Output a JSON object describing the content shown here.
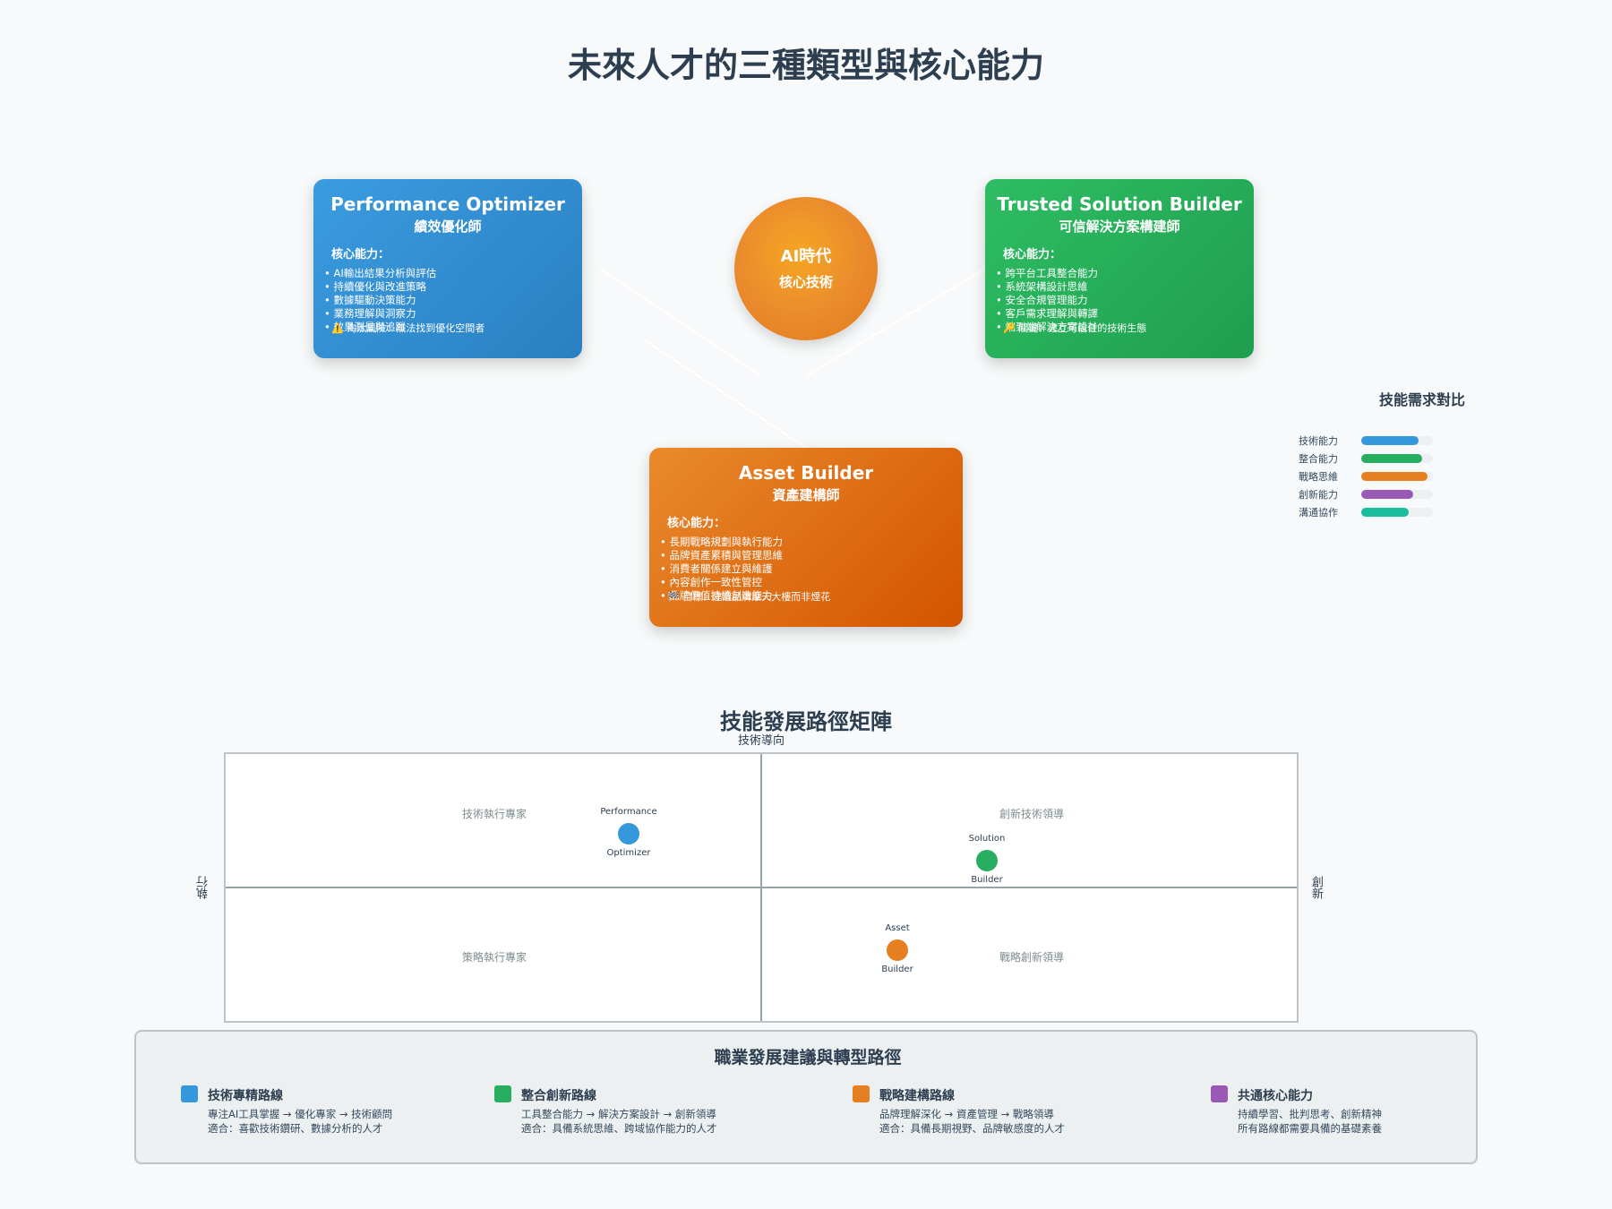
{
  "title": "未來人才的三種類型與核心能力",
  "center": {
    "line1": "AI時代",
    "line2": "核心技術"
  },
  "cards": {
    "optimizer": {
      "title": "Performance Optimizer",
      "subtitle": "績效優化師",
      "section": "核心能力：",
      "items": [
        "AI輸出結果分析與評估",
        "持續優化與改進策略",
        "數據驅動決策能力",
        "業務理解與洞察力",
        "效果測量與追蹤"
      ],
      "note_icon": "⚠️",
      "note": "淘汰風險：無法找到優化空間者"
    },
    "builder": {
      "title": "Trusted Solution Builder",
      "subtitle": "可信解決方案構建師",
      "section": "核心能力：",
      "items": [
        "跨平台工具整合能力",
        "系統架構設計思維",
        "安全合規管理能力",
        "客戶需求理解與轉譯",
        "端到端解決方案設計"
      ],
      "note_icon": "🔑",
      "note": "關鍵：建立可信任的技術生態"
    },
    "asset": {
      "title": "Asset Builder",
      "subtitle": "資產建構師",
      "section": "核心能力：",
      "items": [
        "長期戰略規劃與執行能力",
        "品牌資產累積與管理思維",
        "消費者關係建立與維護",
        "內容創作一致性管控",
        "品牌價值持續創造能力"
      ],
      "note_icon": "🏁",
      "note": "目標：建造品牌摩天大樓而非煙花"
    }
  },
  "skills": {
    "title": "技能需求對比",
    "items": [
      {
        "label": "技術能力",
        "value": 0.8,
        "color": "#3498db"
      },
      {
        "label": "整合能力",
        "value": 0.85,
        "color": "#27ae60"
      },
      {
        "label": "戰略思維",
        "value": 0.92,
        "color": "#e67e22"
      },
      {
        "label": "創新能力",
        "value": 0.72,
        "color": "#9b59b6"
      },
      {
        "label": "溝通協作",
        "value": 0.66,
        "color": "#1abc9c"
      }
    ]
  },
  "matrix": {
    "title": "技能發展路徑矩陣",
    "axis_top": "技術導向",
    "axis_left": "執行",
    "axis_right": "創新",
    "quadrants": {
      "tl": "技術執行專家",
      "tr": "創新技術領導",
      "bl": "策略執行專家",
      "br": "戰略創新領導"
    },
    "points": [
      {
        "top": "Performance",
        "bottom": "Optimizer",
        "color": "#3498db"
      },
      {
        "top": "Solution",
        "bottom": "Builder",
        "color": "#27ae60"
      },
      {
        "top": "Asset",
        "bottom": "Builder",
        "color": "#e67e22"
      }
    ]
  },
  "career": {
    "title": "職業發展建議與轉型路徑",
    "paths": [
      {
        "title": "技術專精路線",
        "line1": "專注AI工具掌握 → 優化專家 → 技術顧問",
        "line2": "適合：喜歡技術鑽研、數據分析的人才",
        "color": "#3498db"
      },
      {
        "title": "整合創新路線",
        "line1": "工具整合能力 → 解決方案設計 → 創新領導",
        "line2": "適合：具備系統思維、跨域協作能力的人才",
        "color": "#27ae60"
      },
      {
        "title": "戰略建構路線",
        "line1": "品牌理解深化 → 資產管理 → 戰略領導",
        "line2": "適合：具備長期視野、品牌敏感度的人才",
        "color": "#e67e22"
      },
      {
        "title": "共通核心能力",
        "line1": "持續學習、批判思考、創新精神",
        "line2": "所有路線都需要具備的基礎素養",
        "color": "#9b59b6"
      }
    ]
  }
}
